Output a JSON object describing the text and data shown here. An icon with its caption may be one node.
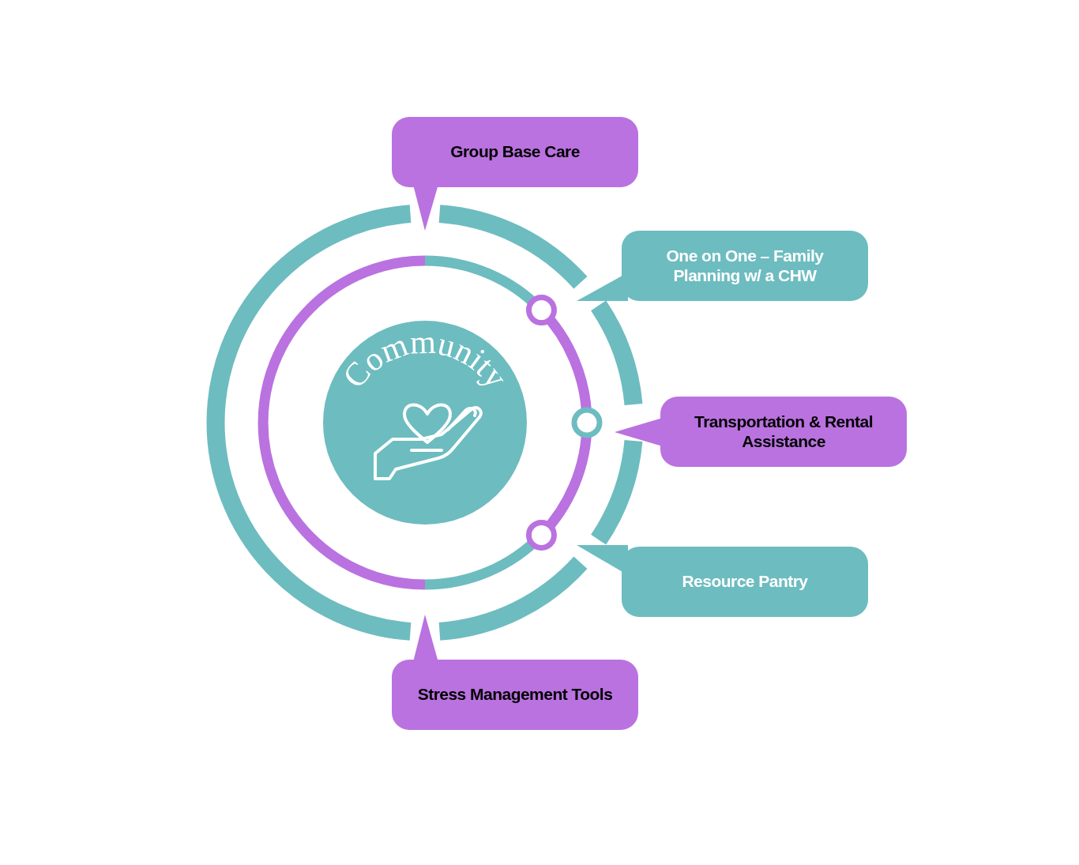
{
  "diagram": {
    "nodes": [
      {
        "text": [
          "Group Base Care"
        ]
      },
      {
        "text": [
          "One on One – Family Planning w/ a CHW"
        ]
      },
      {
        "text": [
          "Community"
        ]
      },
      {
        "text": [
          "Transportation & Rental Assistance"
        ]
      },
      {
        "text": [
          "Resource Pantry"
        ]
      },
      {
        "text": [
          "Stress Management Tools"
        ]
      }
    ]
  }
}
